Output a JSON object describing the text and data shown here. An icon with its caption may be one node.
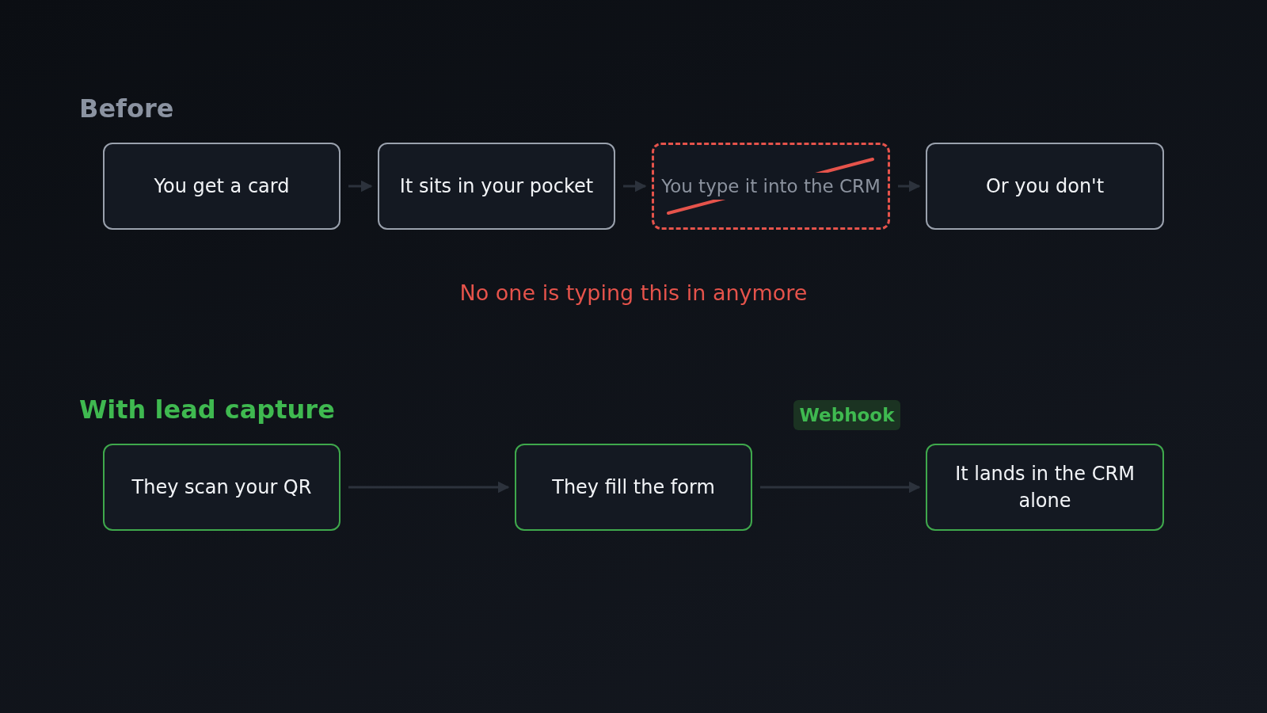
{
  "diagram": {
    "nodes": [
      {
        "text": [
          "You get a card"
        ]
      },
      {
        "text": [
          "It sits in your pocket"
        ]
      },
      {
        "text": [
          "You type it into the CRM"
        ]
      },
      {
        "text": [
          "Or you don't"
        ]
      },
      {
        "text": [
          "They scan your QR"
        ]
      },
      {
        "text": [
          "They fill the form"
        ]
      },
      {
        "text": [
          "It lands in the CRM alone"
        ]
      }
    ],
    "edges": [
      {
        "from": 0,
        "to": 1,
        "arrow": "to"
      },
      {
        "from": 1,
        "to": 2,
        "arrow": "to"
      },
      {
        "from": 2,
        "to": 3,
        "arrow": "to"
      },
      {
        "from": 4,
        "to": 5,
        "arrow": "to"
      },
      {
        "from": 5,
        "to": 6,
        "arrow": "to",
        "label": "Webhook"
      }
    ],
    "labels": [
      "Before",
      "No one is typing this in anymore",
      "With lead capture"
    ]
  }
}
